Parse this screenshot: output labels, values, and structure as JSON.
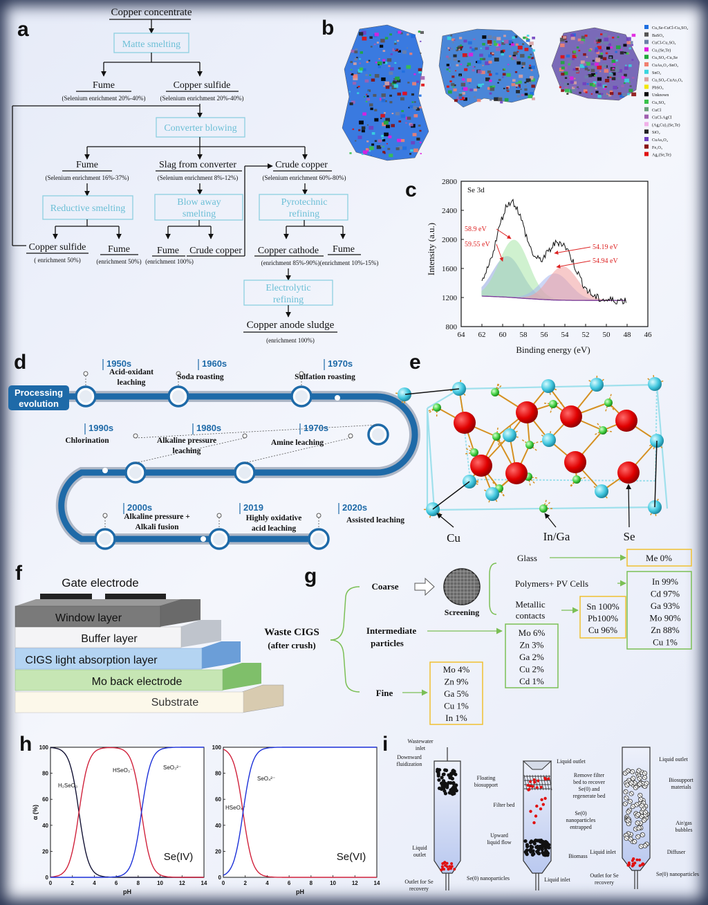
{
  "panels": {
    "a": "a",
    "b": "b",
    "c": "c",
    "d": "d",
    "e": "e",
    "f": "f",
    "g": "g",
    "h": "h",
    "i": "i"
  },
  "flow_a": {
    "copper_concentrate": "Copper concentrate",
    "matte_smelting": "Matte smelting",
    "fume1": "Fume",
    "fume1_note": "(Selenium enrichment 20%-40%)",
    "copper_sulfide1": "Copper sulfide",
    "copper_sulfide1_note": "(Selenium enrichment 20%-40%)",
    "converter_blowing": "Converter blowing",
    "fume2": "Fume",
    "fume2_note": "(Selenium enrichment 16%-37%)",
    "slag": "Slag from converter",
    "slag_note": "(Selenium enrichment 8%-12%)",
    "crude_copper": "Crude copper",
    "crude_copper_note": "(Selenium enrichment 60%-80%)",
    "reductive_smelting": "Reductive smelting",
    "blow_away_1": "Blow away",
    "blow_away_2": "smelting",
    "pyro_1": "Pyrotechnic",
    "pyro_2": "refining",
    "copper_sulfide2": "Copper sulfide",
    "copper_sulfide2_note": "( enrichment 50%)",
    "fume3": "Fume",
    "fume3_note": "(enrichment 50%)",
    "fume4": "Fume",
    "fume4_note": "(enrichment 100%)",
    "crude_copper2": "Crude copper",
    "copper_cathode": "Copper cathode",
    "copper_cathode_note": "(enrichment 85%-90%)",
    "fume5": "Fume",
    "fume5_note": "(enrichment 10%-15%)",
    "electro_1": "Electrolytic",
    "electro_2": "refining",
    "anode_sludge": "Copper anode sludge",
    "anode_note": "(enrichment 100%)"
  },
  "legend_b": [
    {
      "label": "Cu₂Se-CuCl-Cu₂SO₄",
      "color": "#1f6fe0"
    },
    {
      "label": "BaSO₄",
      "color": "#555555"
    },
    {
      "label": "CuCl-Cu₂SO₄",
      "color": "#6b7fa8"
    },
    {
      "label": "Cu₂(Se,Te)",
      "color": "#e21be0"
    },
    {
      "label": "Cu₂SO₄-Cu₂Se",
      "color": "#1fa83a"
    },
    {
      "label": "CuAs₂O₄-SnO₂",
      "color": "#f08070"
    },
    {
      "label": "SnO₂",
      "color": "#39d6e0"
    },
    {
      "label": "Cu₂SO₄-CuAs₂O₄",
      "color": "#d8a0a0"
    },
    {
      "label": "PbSO₄",
      "color": "#f2e600"
    },
    {
      "label": "Unknown",
      "color": "#000000"
    },
    {
      "label": "Cu₂SO₄",
      "color": "#38c24a"
    },
    {
      "label": "CuCl",
      "color": "#6aa07a"
    },
    {
      "label": "CuCl-AgCl",
      "color": "#a060b0"
    },
    {
      "label": "(Ag,Cu)₂(Se,Te)",
      "color": "#f0b0e8"
    },
    {
      "label": "SiO₂",
      "color": "#222222"
    },
    {
      "label": "CuAs₂O₄",
      "color": "#7040c0"
    },
    {
      "label": "Fe₂O₃",
      "color": "#8a1010"
    },
    {
      "label": "Ag₂(Se,Te)",
      "color": "#e01010"
    }
  ],
  "chart_data": [
    {
      "type": "line",
      "title": "Se 3d",
      "xlabel": "Binding energy (eV)",
      "ylabel": "Intensity (a.u.)",
      "xlim": [
        64,
        46
      ],
      "ylim": [
        800,
        2800
      ],
      "xticks": [
        "64",
        "62",
        "60",
        "58",
        "56",
        "54",
        "52",
        "50",
        "48",
        "46"
      ],
      "yticks": [
        "800",
        "1200",
        "1600",
        "2000",
        "2400",
        "2800"
      ],
      "annotations": [
        "58.9 eV",
        "59.55 eV",
        "54.19 eV",
        "54.94 eV"
      ],
      "peaks": [
        {
          "center": 59.55,
          "height": 560,
          "color": "#8fa6e0"
        },
        {
          "center": 58.9,
          "height": 790,
          "color": "#a8e6a8"
        },
        {
          "center": 54.94,
          "height": 360,
          "color": "#a6b6ef"
        },
        {
          "center": 54.19,
          "height": 460,
          "color": "#f2a0a0"
        }
      ]
    },
    {
      "type": "line",
      "title": "Se(IV)",
      "xlabel": "pH",
      "ylabel": "α (%)",
      "xlim": [
        0,
        14
      ],
      "ylim": [
        0,
        100
      ],
      "xticks": [
        "0",
        "2",
        "4",
        "6",
        "8",
        "10",
        "12",
        "14"
      ],
      "yticks": [
        "0",
        "20",
        "40",
        "60",
        "80",
        "100"
      ],
      "pKa": [
        2.6,
        8.3
      ],
      "series": [
        {
          "name": "H₂SeO₃",
          "color": "#111133"
        },
        {
          "name": "HSeO₃⁻",
          "color": "#d0203a"
        },
        {
          "name": "SeO₃²⁻",
          "color": "#1a2fd8"
        }
      ]
    },
    {
      "type": "line",
      "title": "Se(VI)",
      "xlabel": "pH",
      "ylabel": "",
      "xlim": [
        0,
        14
      ],
      "ylim": [
        0,
        100
      ],
      "xticks": [
        "0",
        "2",
        "4",
        "6",
        "8",
        "10",
        "12",
        "14"
      ],
      "yticks": [
        "0",
        "20",
        "40",
        "60",
        "80",
        "100"
      ],
      "pKa": [
        1.8
      ],
      "series": [
        {
          "name": "HSeO₄⁻",
          "color": "#d0203a"
        },
        {
          "name": "SeO₄²⁻",
          "color": "#1a2fd8"
        }
      ]
    }
  ],
  "timeline_d": {
    "start_label_1": "Processing",
    "start_label_2": "evolution",
    "items": [
      {
        "year": "1950s",
        "l1": "Acid-oxidant",
        "l2": "leaching"
      },
      {
        "year": "1960s",
        "l1": "Soda roasting",
        "l2": ""
      },
      {
        "year": "1970s",
        "l1": "Sulfation roasting",
        "l2": ""
      },
      {
        "year": "1990s",
        "l1": "Chlorination",
        "l2": ""
      },
      {
        "year": "1980s",
        "l1": "Alkaline pressure",
        "l2": "leaching"
      },
      {
        "year": "1970s",
        "l1": "Amine leaching",
        "l2": ""
      },
      {
        "year": "2000s",
        "l1": "Alkaline pressure +",
        "l2": "Alkali fusion"
      },
      {
        "year": "2019",
        "l1": "Highly oxidative",
        "l2": "acid leaching"
      },
      {
        "year": "2020s",
        "l1": "Assisted leaching",
        "l2": ""
      }
    ],
    "color": "#1e6aa8"
  },
  "crystal_e": {
    "cu": "Cu",
    "inga": "In/Ga",
    "se": "Se"
  },
  "layers_f": {
    "gate": "Gate electrode",
    "window": "Window layer",
    "buffer": "Buffer layer",
    "cigs": "CIGS light absorption layer",
    "mo": "Mo back electrode",
    "substrate": "Substrate"
  },
  "flow_g": {
    "waste_1": "Waste CIGS",
    "waste_2": "(after crush)",
    "coarse": "Coarse",
    "screening": "Screening",
    "intermediate_1": "Intermediate",
    "intermediate_2": "particles",
    "fine": "Fine",
    "glass": "Glass",
    "polymers": "Polymers+ PV Cells",
    "metallic_1": "Metallic",
    "metallic_2": "contacts",
    "me": "Me 0%",
    "box_inpc": [
      "In 99%",
      "Cd 97%",
      "Ga 93%",
      "Mo 90%",
      "Zn 88%",
      "Cu 1%"
    ],
    "box_sn": [
      "Sn 100%",
      "Pb100%",
      "Cu 96%"
    ],
    "box_mid": [
      "Mo 6%",
      "Zn 3%",
      "Ga 2%",
      "Cu 2%",
      "Cd 1%"
    ],
    "box_fine": [
      "Mo 4%",
      "Zn 9%",
      "Ga 5%",
      "Cu 1%",
      "In 1%"
    ]
  },
  "reactors_i": {
    "wastewater_inlet_1": "Wastewater",
    "wastewater_inlet_2": "inlet",
    "downward_1": "Downward",
    "downward_2": "fluidization",
    "floating_1": "Floating",
    "floating_2": "biosupport",
    "liquid_outlet_a1": "Liquid",
    "liquid_outlet_a2": "outlet",
    "se0_np": "Se(0) nanoparticles",
    "outlet_se_1": "Outlet for Se",
    "outlet_se_2": "recovery",
    "liquid_outlet_b": "Liquid outlet",
    "remove_filter": [
      "Remove filter",
      "bed to recover",
      "Se(0) and",
      "regenerate bed"
    ],
    "filter_bed": "Filter bed",
    "se0_entrapped": [
      "Se(0)",
      "nanoparticles",
      "entrapped"
    ],
    "upward": [
      "Upward",
      "liquid flow"
    ],
    "biomass": "Biomass",
    "liquid_inlet_b": "Liquid inlet",
    "liquid_outlet_c": "Liquid outlet",
    "biosupport": [
      "Biosupport",
      "materials"
    ],
    "airgas": [
      "Air/gas",
      "bubbles"
    ],
    "liquid_inlet_c": "Liquid inlet",
    "diffuser": "Diffuser",
    "se0_np_c": "Se(0) nanoparticles",
    "outlet_se_c1": "Outlet for Se",
    "outlet_se_c2": "recovery"
  }
}
